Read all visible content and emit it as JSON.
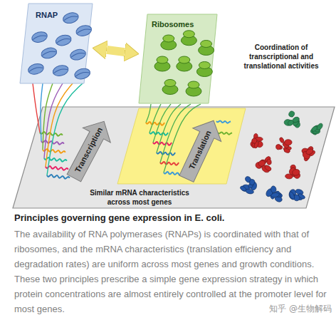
{
  "diagram": {
    "title": "Principles governing gene expression in E. coli.",
    "caption": "The availability of RNA polymerases (RNAPs) is coordinated with that of ribosomes, and the mRNA characteristics (translation efficiency and degradation rates) are uniform across most genes and growth conditions. These two principles prescribe a simple gene expression strategy in which protein concentrations are almost entirely controlled at the promoter level for most genes.",
    "nodes": [
      {
        "text": [
          "RNAP"
        ]
      },
      {
        "text": [
          "Ribosomes"
        ]
      },
      {
        "text": [
          "Transcription"
        ]
      },
      {
        "text": [
          "Translation"
        ]
      }
    ],
    "edges": [
      {
        "from": 0,
        "to": 1,
        "arrow": "both"
      }
    ],
    "labels": [
      "Coordination of transcriptional and translational activities",
      "Similar mRNA characteristics across most genes",
      "知乎 @生物解码"
    ]
  }
}
